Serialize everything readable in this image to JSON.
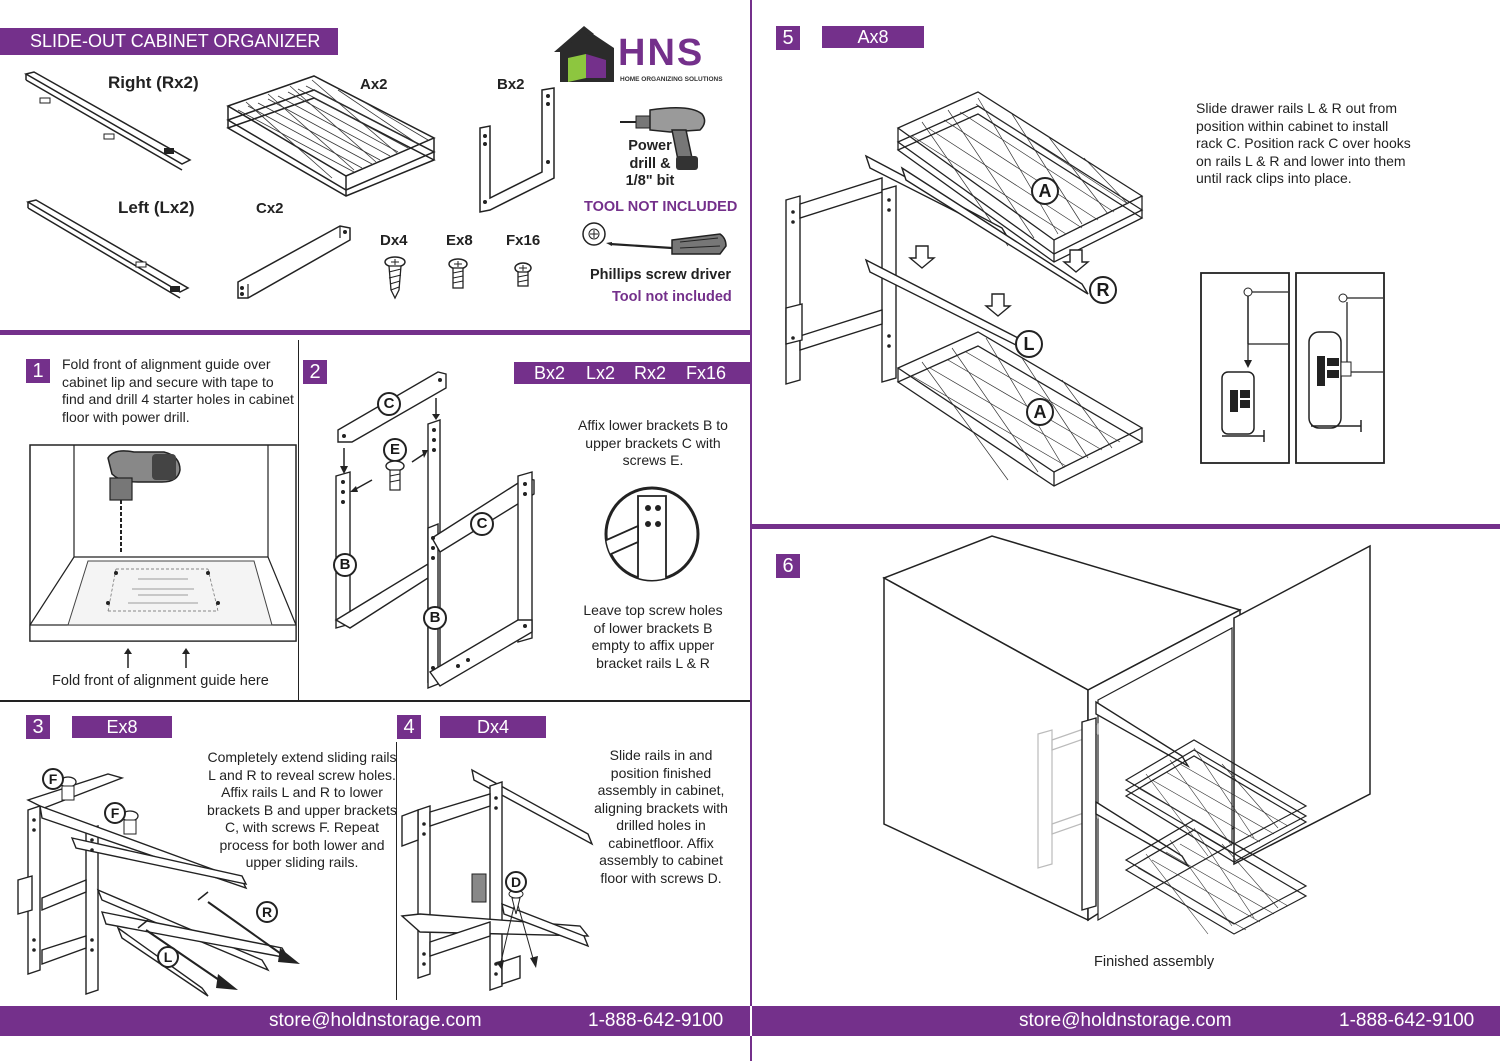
{
  "header": {
    "title": "SLIDE-OUT CABINET ORGANIZER",
    "logo_text": "HNS",
    "logo_tagline": "HOME ORGANIZING SOLUTIONS"
  },
  "parts": {
    "right": "Right (Rx2)",
    "left": "Left (Lx2)",
    "a": "Ax2",
    "b": "Bx2",
    "c": "Cx2",
    "d": "Dx4",
    "e": "Ex8",
    "f": "Fx16"
  },
  "tools": {
    "drill_line1": "Power",
    "drill_line2": "drill &",
    "drill_line3": "1/8\" bit",
    "tool_not_included_caps": "TOOL NOT INCLUDED",
    "screwdriver": "Phillips screw driver",
    "tool_not_included": "Tool not included"
  },
  "steps": {
    "s1": {
      "num": "1",
      "text": "Fold front of alignment guide over cabinet lip and secure with tape to find and drill 4 starter holes in cabinet floor with power drill.",
      "caption": "Fold front of alignment guide here"
    },
    "s2": {
      "num": "2",
      "tags": [
        "Bx2",
        "Lx2",
        "Rx2",
        "Fx16"
      ],
      "text1": "Affix lower brackets B to upper brackets C with screws E.",
      "text2": "Leave top screw holes of lower brackets B empty to affix upper bracket rails L & R"
    },
    "s3": {
      "num": "3",
      "tag": "Ex8",
      "text": "Completely extend sliding rails L and R to reveal screw holes. Affix rails L and R to lower brackets B and upper brackets C, with screws F. Repeat process for both lower and upper sliding rails."
    },
    "s4": {
      "num": "4",
      "tag": "Dx4",
      "text": "Slide rails in and position finished assembly in cabinet, aligning brackets with drilled holes in cabinetfloor. Affix assembly to cabinet floor with screws D."
    },
    "s5": {
      "num": "5",
      "tag": "Ax8",
      "text": "Slide drawer rails L & R out from position within cabinet to install rack C. Position rack C over hooks on rails L & R and lower into them until rack clips into place."
    },
    "s6": {
      "num": "6",
      "caption": "Finished assembly"
    }
  },
  "callouts": {
    "a": "A",
    "b": "B",
    "c": "C",
    "d": "D",
    "e": "E",
    "f": "F",
    "l": "L",
    "r": "R"
  },
  "footer": {
    "email": "store@holdnstorage.com",
    "phone": "1-888-642-9100"
  },
  "colors": {
    "purple": "#74308b",
    "logo_green": "#8dc63f"
  }
}
